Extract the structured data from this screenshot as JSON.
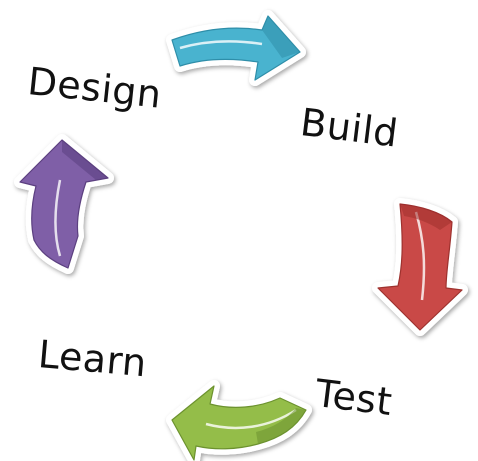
{
  "stages": {
    "design": "Design",
    "build": "Build",
    "test": "Test",
    "learn": "Learn"
  },
  "arrows": {
    "design_to_build": {
      "color": "#4ab3cf",
      "dark": "#2f8ea9",
      "icon": "curved-arrow-right"
    },
    "build_to_test": {
      "color": "#c94a47",
      "dark": "#9e302e",
      "icon": "curved-arrow-down"
    },
    "test_to_learn": {
      "color": "#94bd49",
      "dark": "#6c922f",
      "icon": "curved-arrow-left"
    },
    "learn_to_design": {
      "color": "#7f5fa7",
      "dark": "#5b3f80",
      "icon": "curved-arrow-up"
    }
  }
}
